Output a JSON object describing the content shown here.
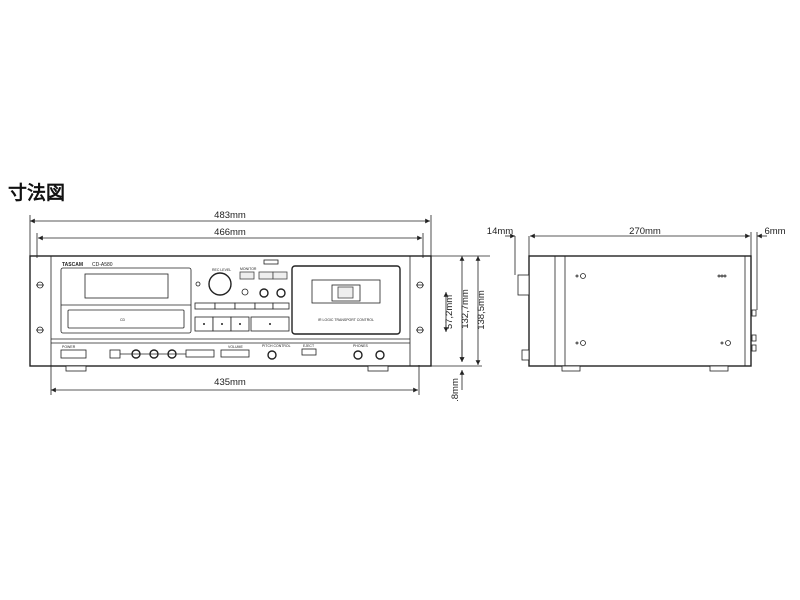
{
  "title": "寸法図",
  "front_view": {
    "brand": "TASCAM",
    "model": "CD-A580",
    "labels": {
      "rec_level": "REC LEVEL",
      "monitor": "MONITOR",
      "transport": "IR LOGIC TRANSPORT CONTROL",
      "power": "POWER",
      "volume": "VOLUME",
      "pitch": "PITCH CONTROL",
      "eject": "EJECT",
      "phones": "PHONES",
      "cd": "CD"
    }
  },
  "dimensions": {
    "overall_width": "483mm",
    "rack_width": "466mm",
    "body_width": "435mm",
    "panel_height": "57,2mm",
    "body_height": "132,7mm",
    "overall_height": "138,5mm",
    "foot_height": ".8mm",
    "front_depth": "14mm",
    "body_depth": "270mm",
    "rear_depth": "6mm"
  }
}
